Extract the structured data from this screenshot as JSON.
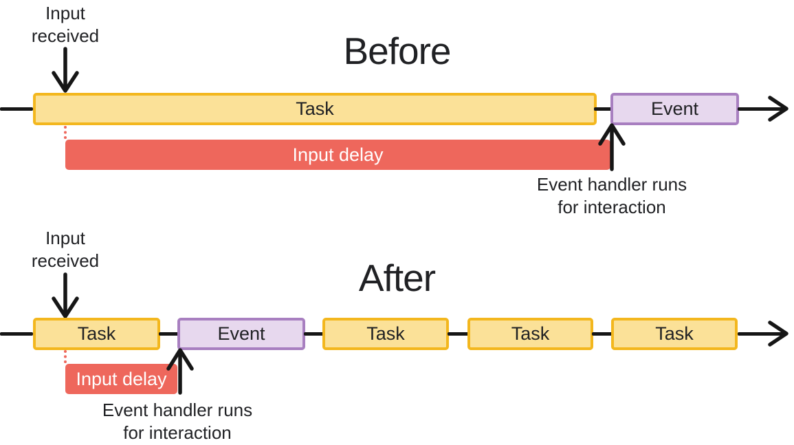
{
  "colors": {
    "task_fill": "#FBE198",
    "task_border": "#F3B71E",
    "event_fill": "#E7D8EE",
    "event_border": "#A87FC0",
    "delay_fill": "#EE675C",
    "delay_text": "#FFFFFF",
    "line": "#161616",
    "text": "#202124"
  },
  "before": {
    "title": "Before",
    "input_received_label": "Input received",
    "timeline": [
      {
        "type": "task",
        "label": "Task"
      },
      {
        "type": "event",
        "label": "Event"
      }
    ],
    "input_delay_label": "Input delay",
    "event_handler_label": "Event handler runs for interaction"
  },
  "after": {
    "title": "After",
    "input_received_label": "Input received",
    "timeline": [
      {
        "type": "task",
        "label": "Task"
      },
      {
        "type": "event",
        "label": "Event"
      },
      {
        "type": "task",
        "label": "Task"
      },
      {
        "type": "task",
        "label": "Task"
      },
      {
        "type": "task",
        "label": "Task"
      }
    ],
    "input_delay_label": "Input delay",
    "event_handler_label": "Event handler runs for interaction"
  }
}
